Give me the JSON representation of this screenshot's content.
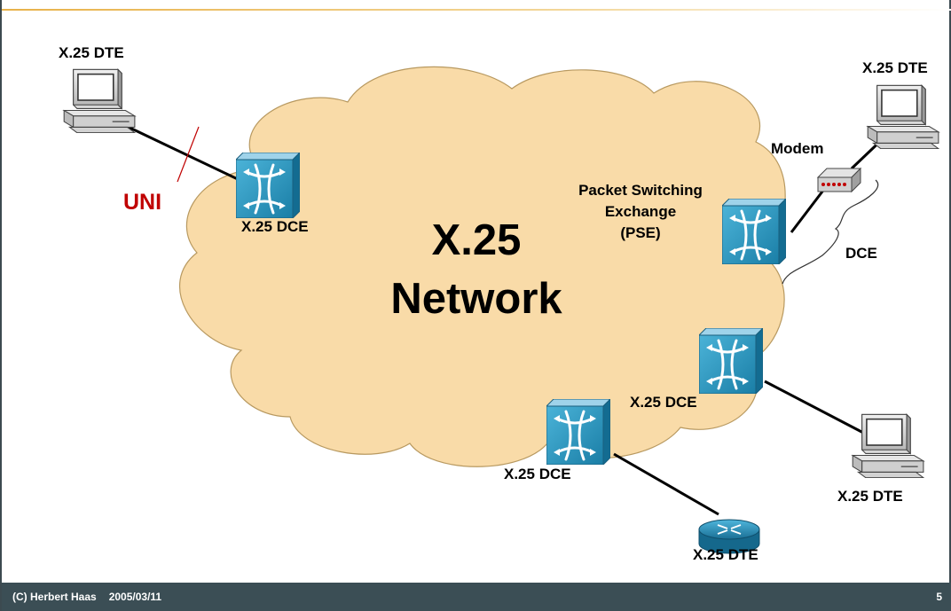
{
  "diagram": {
    "network_title_line1": "X.25",
    "network_title_line2": "Network",
    "uni_label": "UNI",
    "dte_top_left": "X.25 DTE",
    "dce_left": "X.25 DCE",
    "dte_top_right": "X.25 DTE",
    "modem_label": "Modem",
    "pse_line1": "Packet Switching",
    "pse_line2": "Exchange",
    "pse_line3": "(PSE)",
    "dce_brace_label": "DCE",
    "dce_right": "X.25 DCE",
    "dce_bottom": "X.25 DCE",
    "dte_bottom_right": "X.25 DTE",
    "dte_router": "X.25 DTE"
  },
  "footer": {
    "author": "(C) Herbert Haas",
    "date": "2005/03/11",
    "page_number": "5"
  },
  "colors": {
    "cloud_fill": "#f9dba8",
    "switch_blue": "#1f8fb9",
    "uni_red": "#c00000",
    "footer_bg": "#3b4e55",
    "accent_rule": "#e8b24a"
  }
}
